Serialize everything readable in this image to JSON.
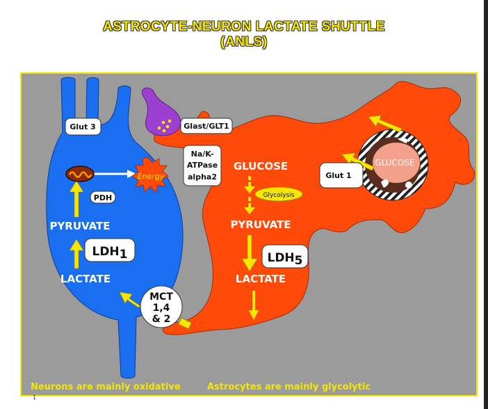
{
  "title": {
    "line1": "ASTROCYTE-NEURON LACTATE SHUTTLE",
    "line2": "(ANLS)"
  },
  "labels": {
    "glut3": "Glut 3",
    "glast": "Glast/GLT1",
    "atpase_line1": "Na/K-",
    "atpase_line2": "ATPase",
    "atpase_line3": "alpha2",
    "glut1": "Glut 1",
    "energy": "Energy",
    "pdh": "PDH",
    "neuron_pyruvate": "PYRUVATE",
    "ldh1_main": "LDH",
    "ldh1_sub": "1",
    "neuron_lactate": "LACTATE",
    "mct_line1": "MCT",
    "mct_line2": "1,4",
    "mct_line3": "& 2",
    "astro_glucose": "GLUCOSE",
    "glycolysis": "Glycolysis",
    "astro_pyruvate": "PYRUVATE",
    "ldh5_main": "LDH",
    "ldh5_sub": "5",
    "astro_lactate": "LACTATE",
    "vessel_glucose": "GLUCOSE"
  },
  "footer": {
    "neurons": "Neurons are mainly oxidative",
    "astrocytes": "Astrocytes are mainly glycolytic"
  },
  "slide_number": "1",
  "colors": {
    "neuron": "#1a6ef0",
    "astrocyte": "#ff4a0a",
    "panel": "#9b9b9b",
    "accent": "#f6e600",
    "synapse": "#9b40d0"
  }
}
